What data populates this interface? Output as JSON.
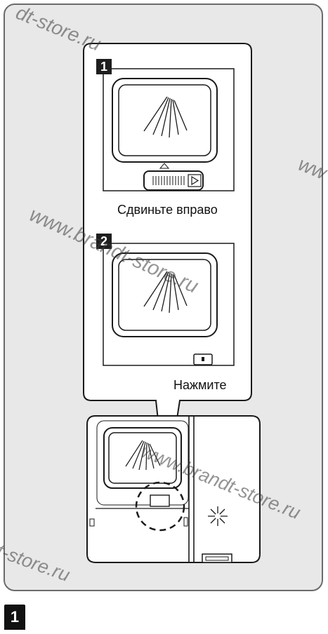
{
  "steps": [
    {
      "number": "1",
      "caption": "Сдвиньте вправо"
    },
    {
      "number": "2",
      "caption": "Нажмите"
    }
  ],
  "watermarks": [
    "dt-store.ru",
    "www.brandt-store.ru",
    "www.brandt-store.ru",
    "ww",
    "t-store.ru"
  ],
  "page_number": "1",
  "colors": {
    "background": "#e8e8e8",
    "panel": "#ffffff",
    "line": "#1a1a1a",
    "badge": "#1e1e1e"
  }
}
